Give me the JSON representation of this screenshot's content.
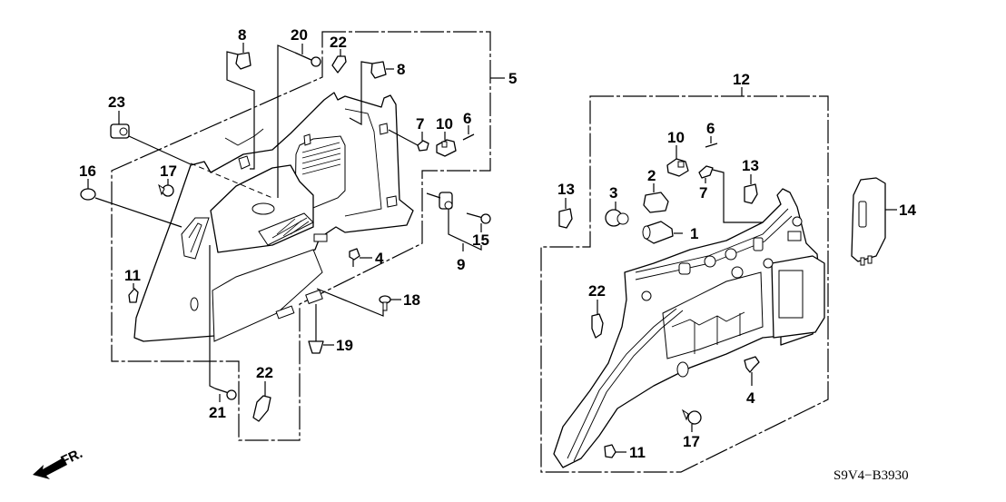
{
  "diagram": {
    "title": "Rear side lining parts diagram",
    "code": "S9V4−B3930",
    "direction_label": "FR.",
    "callouts": {
      "c8a": "8",
      "c20": "20",
      "c22a": "22",
      "c8b": "8",
      "c5": "5",
      "c23": "23",
      "c7a": "7",
      "c10a": "10",
      "c6a": "6",
      "c16": "16",
      "c17a": "17",
      "c15": "15",
      "c9": "9",
      "c4a": "4",
      "c11a": "11",
      "c18": "18",
      "c19": "19",
      "c22b": "22",
      "c21": "21",
      "c12": "12",
      "c10b": "10",
      "c6b": "6",
      "c2": "2",
      "c13a": "13",
      "c13b": "13",
      "c3": "3",
      "c7b": "7",
      "c1": "1",
      "c14": "14",
      "c22c": "22",
      "c4b": "4",
      "c17b": "17",
      "c11b": "11"
    }
  }
}
